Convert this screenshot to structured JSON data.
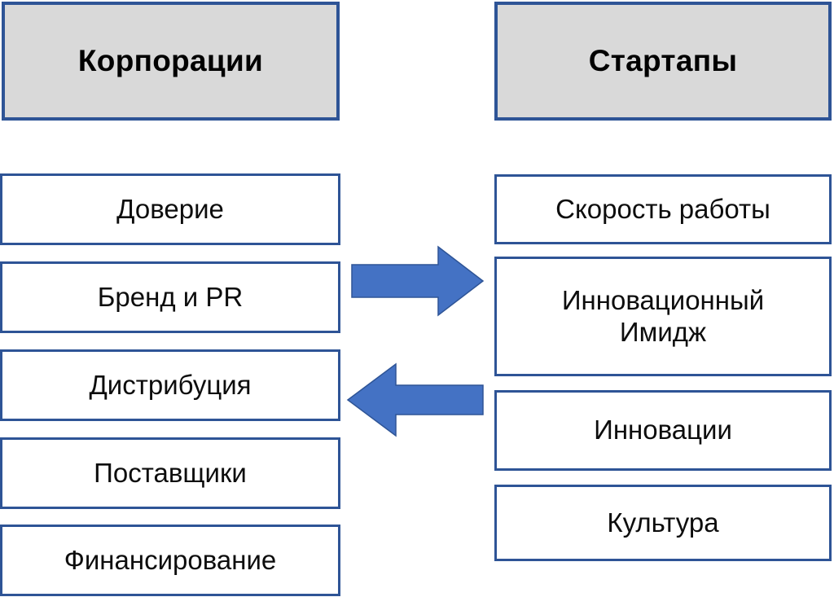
{
  "diagram": {
    "title_left": "Корпорации",
    "title_right": "Стартапы",
    "colors": {
      "box_border": "#2e5496",
      "header_fill": "#d9d9d9",
      "arrow_fill": "#4472c4",
      "arrow_stroke": "#2e5496",
      "text": "#0d0d0d",
      "background": "#ffffff"
    },
    "left_column": {
      "header": "Корпорации",
      "items": [
        {
          "label": "Доверие"
        },
        {
          "label": "Бренд и PR"
        },
        {
          "label": "Дистрибуция"
        },
        {
          "label": "Поставщики"
        },
        {
          "label": "Финансирование"
        }
      ]
    },
    "right_column": {
      "header": "Стартапы",
      "items": [
        {
          "label": "Скорость работы"
        },
        {
          "label": "Инновационный\nИмидж"
        },
        {
          "label": "Инновации"
        },
        {
          "label": "Культура"
        }
      ]
    },
    "arrows": [
      {
        "name": "arrow-right",
        "direction": "right",
        "from": "Корпорации",
        "to": "Стартапы"
      },
      {
        "name": "arrow-left",
        "direction": "left",
        "from": "Стартапы",
        "to": "Корпорации"
      }
    ]
  }
}
